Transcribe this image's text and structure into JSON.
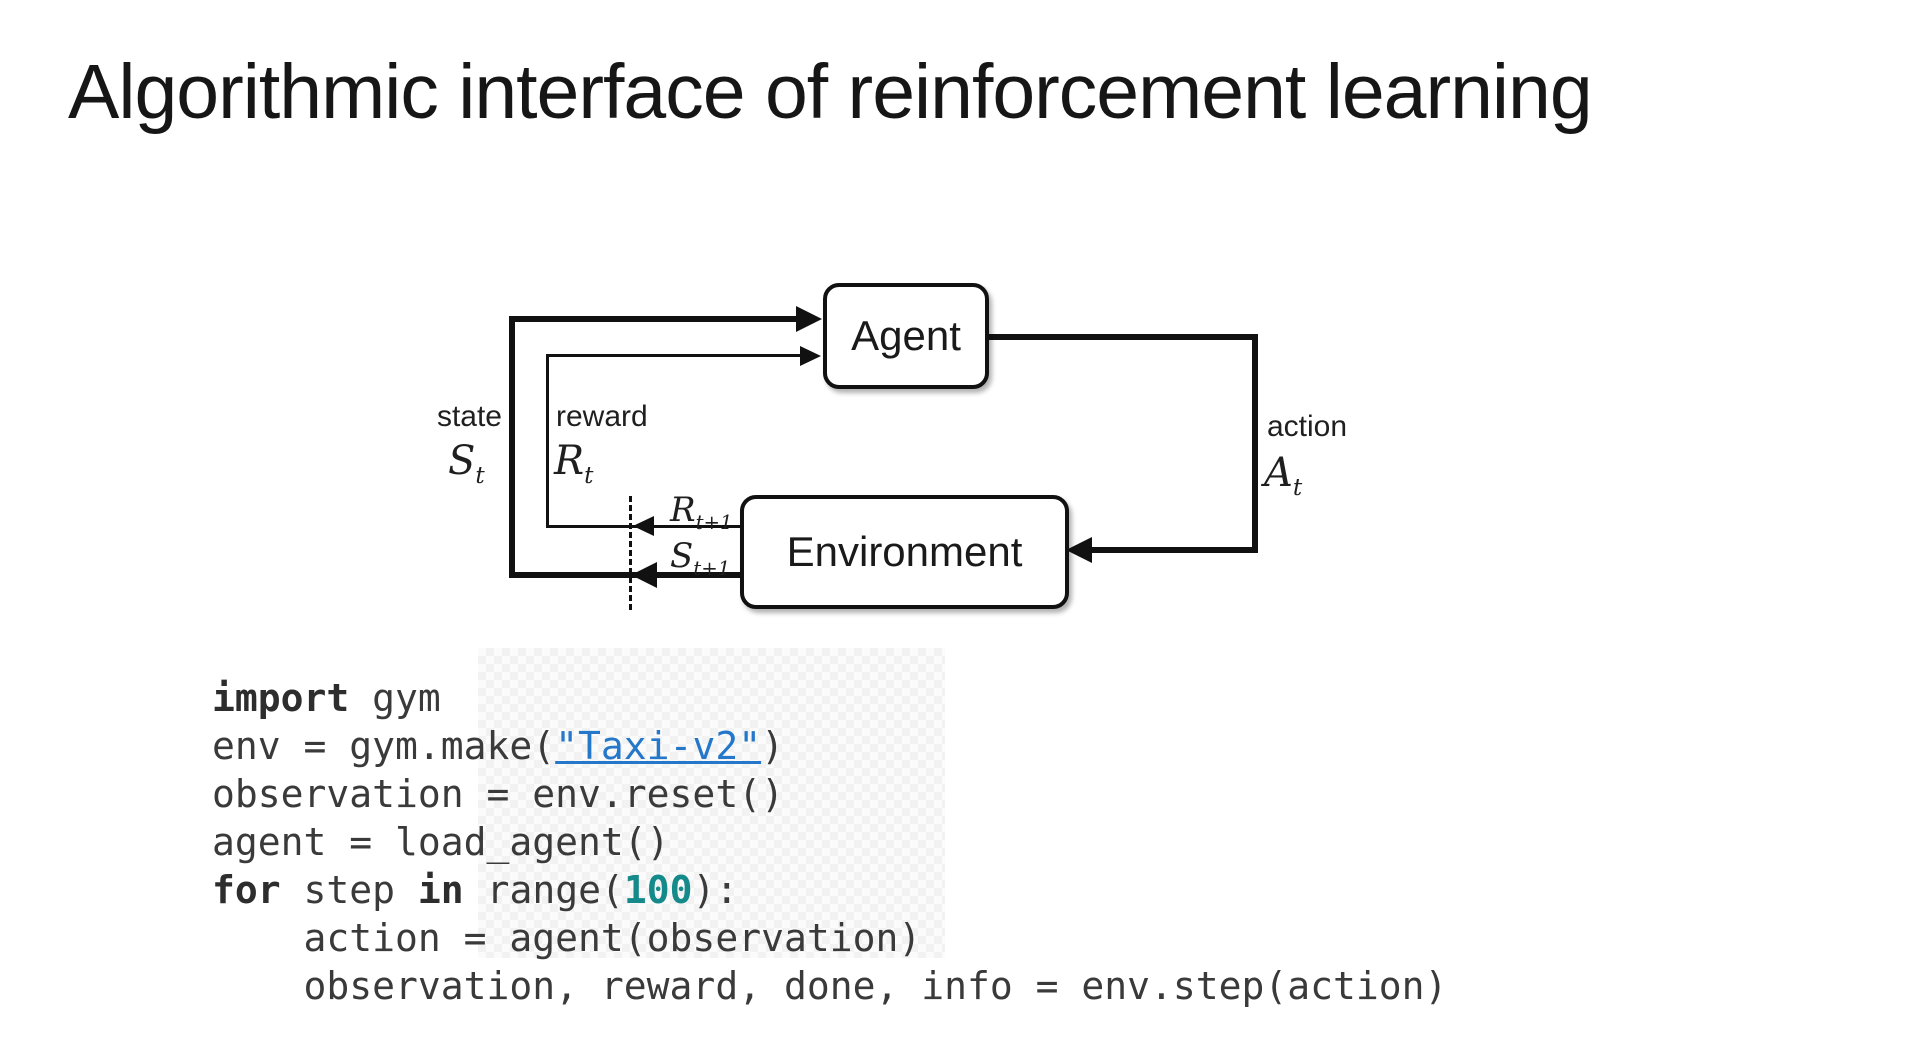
{
  "slide": {
    "title": "Algorithmic interface of reinforcement learning",
    "background_color": "#ffffff"
  },
  "diagram": {
    "agent_label": "Agent",
    "environment_label": "Environment",
    "labels": {
      "state": "state",
      "state_symbol": "S",
      "state_sub": "t",
      "reward": "reward",
      "reward_symbol": "R",
      "reward_sub": "t",
      "action": "action",
      "action_symbol": "A",
      "action_sub": "t",
      "next_reward_symbol": "R",
      "next_reward_sub": "t+1",
      "next_state_symbol": "S",
      "next_state_sub": "t+1"
    },
    "colors": {
      "line": "#111111",
      "box_border": "#111111",
      "box_fill": "#ffffff",
      "text": "#1f1f1f"
    }
  },
  "code": {
    "colors": {
      "plain": "#3a3a3a",
      "keyword": "#2d2d2d",
      "link": "#2477c9",
      "number": "#158a8a"
    },
    "lines": [
      [
        {
          "s": "kw",
          "t": "import"
        },
        {
          "s": "p",
          "t": " gym"
        }
      ],
      [
        {
          "s": "p",
          "t": "env = gym.make("
        },
        {
          "s": "link",
          "t": "\"Taxi-v2\""
        },
        {
          "s": "p",
          "t": ")"
        }
      ],
      [
        {
          "s": "p",
          "t": "observation = env.reset()"
        }
      ],
      [
        {
          "s": "p",
          "t": "agent = load_agent()"
        }
      ],
      [
        {
          "s": "kw",
          "t": "for"
        },
        {
          "s": "p",
          "t": " step "
        },
        {
          "s": "kw",
          "t": "in"
        },
        {
          "s": "p",
          "t": " range("
        },
        {
          "s": "num",
          "t": "100"
        },
        {
          "s": "p",
          "t": "):"
        }
      ],
      [
        {
          "s": "p",
          "t": "    action = agent(observation)"
        }
      ],
      [
        {
          "s": "p",
          "t": "    observation, reward, done, info = env.step(action)"
        }
      ]
    ]
  }
}
